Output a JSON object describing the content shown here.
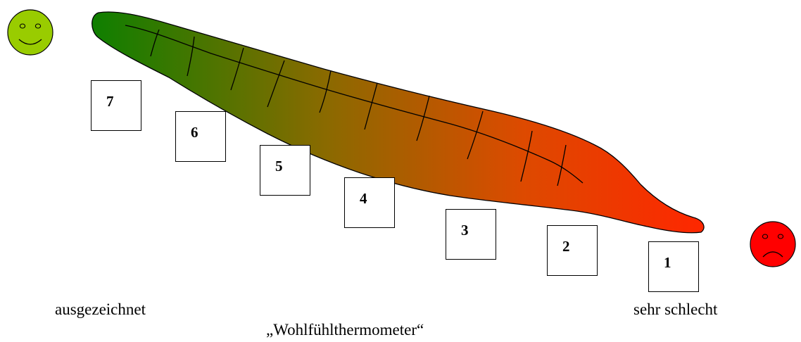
{
  "scale": {
    "boxes": [
      {
        "label": "7"
      },
      {
        "label": "6"
      },
      {
        "label": "5"
      },
      {
        "label": "4"
      },
      {
        "label": "3"
      },
      {
        "label": "2"
      },
      {
        "label": "1"
      }
    ]
  },
  "labels": {
    "left": "ausgezeichnet",
    "right": "sehr schlecht",
    "title": "„Wohlfühlthermometer“"
  },
  "faces": {
    "happy": {
      "icon": "happy-face-icon",
      "color": "#99cc00"
    },
    "sad": {
      "icon": "sad-face-icon",
      "color": "#ff0000"
    }
  },
  "thermometer": {
    "gradient_start": "#0e7f00",
    "gradient_end": "#ff2600"
  }
}
